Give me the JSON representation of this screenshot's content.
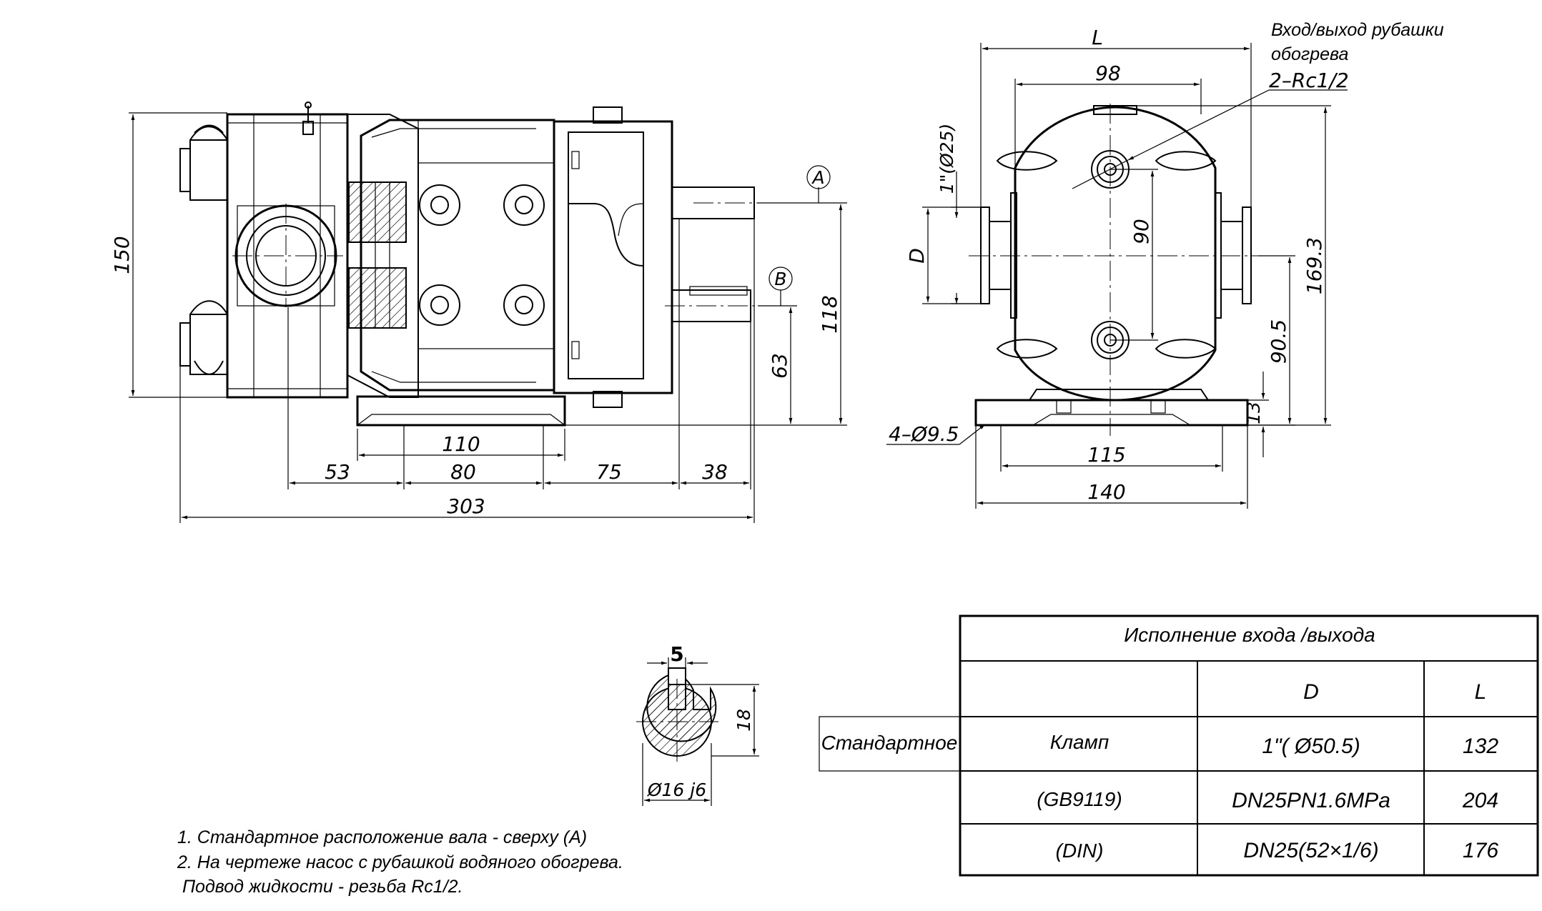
{
  "side_view": {
    "dims": {
      "height_total": "150",
      "width_total": "303",
      "foot_width": "110",
      "d53": "53",
      "d80": "80",
      "d75": "75",
      "d38": "38",
      "shaft_a_height": "118",
      "shaft_b_height": "63"
    },
    "shaft_markers": {
      "a": "A",
      "b": "B"
    }
  },
  "front_view": {
    "dims": {
      "length_l": "L",
      "d98": "98",
      "d90": "90",
      "d90_5": "90.5",
      "d169_3": "169.3",
      "d13": "13",
      "d115": "115",
      "d140": "140",
      "port_d": "D",
      "inch_dia": "1\"(Ø25)",
      "holes": "4–Ø9.5"
    },
    "jacket_callout": {
      "line1": "Вход/выход рубашки",
      "line2": "обогрева",
      "thread": "2–Rc1/2"
    }
  },
  "shaft_section": {
    "key_width": "5",
    "depth": "18",
    "diameter": "Ø16 j6"
  },
  "notes": [
    "1. Стандартное расположение вала - сверху (А)",
    "2. На чертеже насос с рубашкой водяного обогрева.",
    " Подвод жидкости - резьба Rc1/2."
  ],
  "table": {
    "title": "Исполнение входа /выхода",
    "col_d": "D",
    "col_l": "L",
    "row_group": "Стандартное",
    "rows": [
      {
        "type": "Кламп",
        "d": "1\"( Ø50.5)",
        "l": "132"
      },
      {
        "type": "(GB9119)",
        "d": "DN25PN1.6MPa",
        "l": "204"
      },
      {
        "type": "(DIN)",
        "d": "DN25(52×1/6)",
        "l": "176"
      }
    ]
  }
}
